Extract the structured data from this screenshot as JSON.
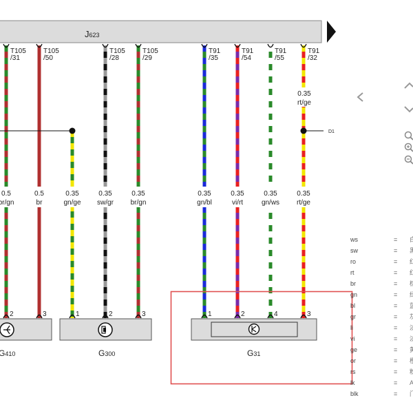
{
  "module_label": {
    "main": "J",
    "sub": "623"
  },
  "pins": [
    {
      "ref": "T105",
      "num": "/31"
    },
    {
      "ref": "T105",
      "num": "/50"
    },
    {
      "ref": "T105",
      "num": "/28"
    },
    {
      "ref": "T105",
      "num": "/29"
    },
    {
      "ref": "T91",
      "num": "/35"
    },
    {
      "ref": "T91",
      "num": "/54"
    },
    {
      "ref": "T91",
      "num": "/55"
    },
    {
      "ref": "T91",
      "num": "/32"
    }
  ],
  "wires": [
    {
      "size": "0.5",
      "color": "br/gn",
      "colors": [
        "#b03030",
        "#2a8a2a"
      ]
    },
    {
      "size": "0.5",
      "color": "br",
      "colors": [
        "#b03030",
        "#b03030"
      ]
    },
    {
      "size": "0.35",
      "color": "gn/ge",
      "colors": [
        "#2a8a2a",
        "#f2e600"
      ]
    },
    {
      "size": "0.35",
      "color": "sw/gr",
      "colors": [
        "#111111",
        "#999999"
      ]
    },
    {
      "size": "0.35",
      "color": "br/gn",
      "colors": [
        "#b03030",
        "#2a8a2a"
      ]
    },
    {
      "size": "0.35",
      "color": "gn/bl",
      "colors": [
        "#2a8a2a",
        "#1a2ad8"
      ]
    },
    {
      "size": "0.35",
      "color": "vi/rt",
      "colors": [
        "#7a2aa8",
        "#e82020"
      ]
    },
    {
      "size": "0.35",
      "color": "gn/ws",
      "colors": [
        "#2a8a2a",
        "#ffffff"
      ]
    },
    {
      "size": "0.35",
      "color": "rt/ge",
      "colors": [
        "#e82020",
        "#f2e600"
      ]
    }
  ],
  "upper_label": {
    "size": "0.35",
    "color": "rt/ge"
  },
  "connection_label": "D1",
  "component_pins": [
    "2",
    "3",
    "1",
    "2",
    "3",
    "1",
    "2",
    "4",
    "3"
  ],
  "components": [
    {
      "main": "G",
      "sub": "410"
    },
    {
      "main": "G",
      "sub": "300"
    },
    {
      "main": "G",
      "sub": "31"
    }
  ],
  "legend": [
    {
      "abbr": "ws",
      "eq": "=",
      "val": "白"
    },
    {
      "abbr": "sw",
      "eq": "=",
      "val": "黑"
    },
    {
      "abbr": "ro",
      "eq": "=",
      "val": "红"
    },
    {
      "abbr": "rt",
      "eq": "=",
      "val": "红"
    },
    {
      "abbr": "br",
      "eq": "=",
      "val": "棕"
    },
    {
      "abbr": "gn",
      "eq": "=",
      "val": "绿"
    },
    {
      "abbr": "bl",
      "eq": "=",
      "val": "蓝"
    },
    {
      "abbr": "gr",
      "eq": "=",
      "val": "灰"
    },
    {
      "abbr": "li",
      "eq": "=",
      "val": "淡"
    },
    {
      "abbr": "vi",
      "eq": "=",
      "val": "淡"
    },
    {
      "abbr": "ge",
      "eq": "=",
      "val": "黄"
    },
    {
      "abbr": "or",
      "eq": "=",
      "val": "橙"
    },
    {
      "abbr": "rs",
      "eq": "=",
      "val": "粉"
    },
    {
      "abbr": "lk",
      "eq": "=",
      "val": "A"
    },
    {
      "abbr": "blk",
      "eq": "=",
      "val": "门"
    }
  ],
  "colors": {
    "highlight": "#e05050",
    "module_fill": "#dcdcdc",
    "nav": "#999999"
  }
}
